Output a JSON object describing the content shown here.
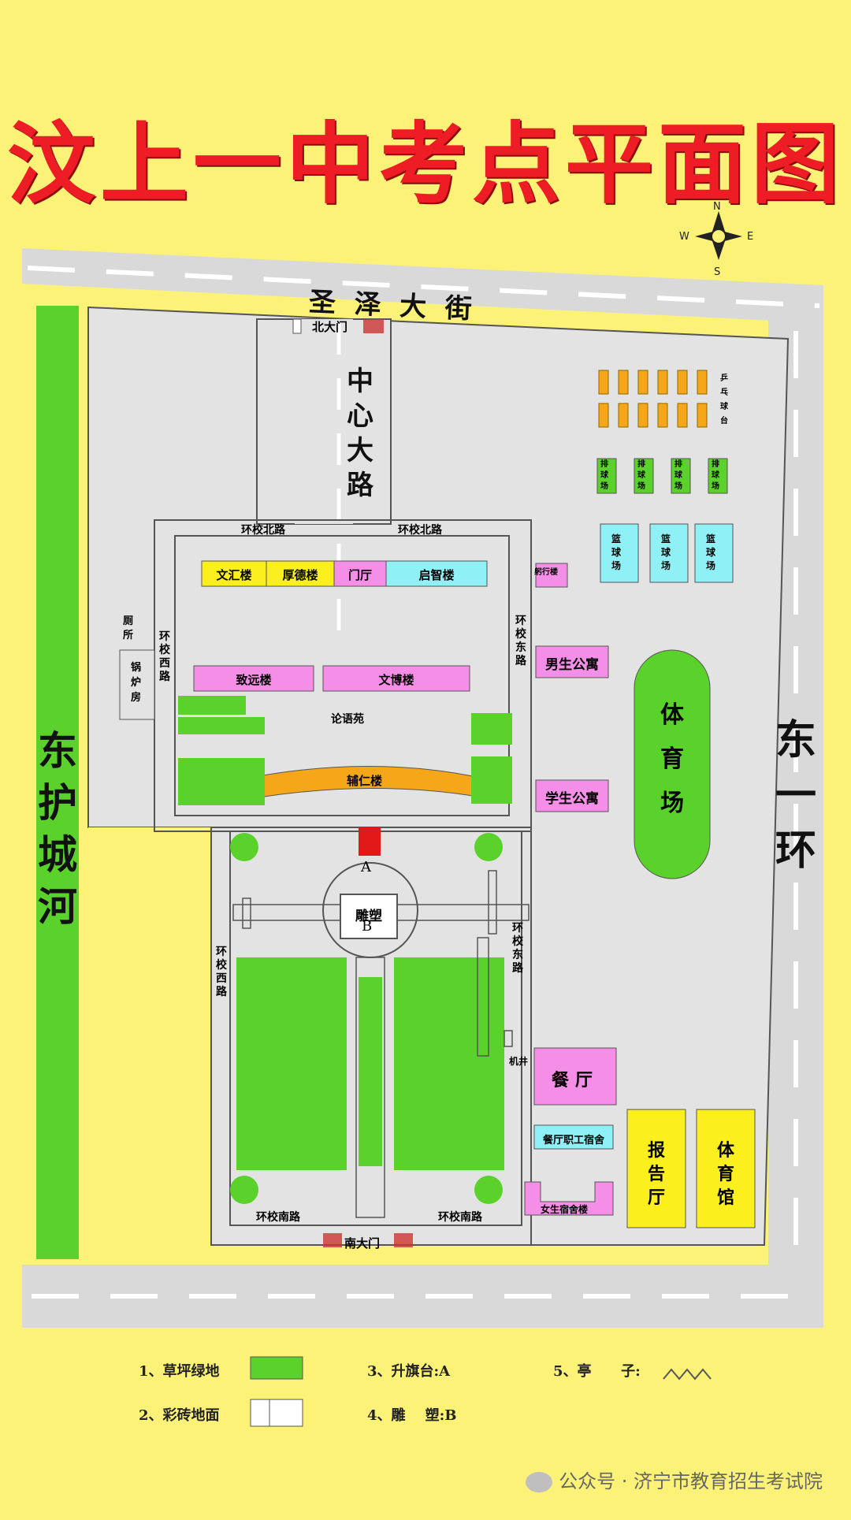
{
  "title": "汶上一中考点平面图",
  "compass": {
    "n": "N",
    "s": "S",
    "e": "E",
    "w": "W"
  },
  "roads": {
    "north_street": "圣  泽  大  街",
    "east_ring": "东一环",
    "moat": "东护城河",
    "central_road": "中心大路",
    "ring_north": "环校北路",
    "ring_west": "环校西路",
    "ring_east": "环校东路",
    "ring_south": "环校南路"
  },
  "gates": {
    "north": "北大门",
    "south": "南大门"
  },
  "buildings": {
    "wenhui": "文汇楼",
    "houde": "厚德楼",
    "menting": "门厅",
    "qizhi": "启智楼",
    "zhiyuan": "致远楼",
    "wenbo": "文博楼",
    "lunyu": "论语苑",
    "furen": "辅仁楼",
    "boys_dorm": "男生公寓",
    "student_dorm": "学生公寓",
    "canteen": "餐厅",
    "staff_dorm": "餐厅职工宿舍",
    "girls_dorm": "女生宿舍楼",
    "report_hall": "报告厅",
    "gym": "体育馆",
    "stadium": "体育场",
    "toilet": "厕所",
    "boiler": "锅炉房",
    "shexing": "躬行楼",
    "well": "机井",
    "sculpture": "雕塑",
    "marker_a": "A",
    "marker_b": "B"
  },
  "courts": {
    "pingpong": "乒乓球台",
    "volleyball": "排球场",
    "basketball": "篮球场"
  },
  "legend": [
    {
      "num": "1、",
      "label": "草坪绿地"
    },
    {
      "num": "2、",
      "label": "彩砖地面"
    },
    {
      "num": "3、",
      "label": "升旗台:A"
    },
    {
      "num": "4、",
      "label": "雕    塑:B"
    },
    {
      "num": "5、",
      "label": "亭      子:"
    }
  ],
  "footer": "公众号 · 济宁市教育招生考试院",
  "colors": {
    "background": "#fdf278",
    "road": "#d9d9d9",
    "campus": "#e3e3e3",
    "green": "#5bd22c",
    "pink": "#f58ee6",
    "cyan": "#8ff0f5",
    "yellow": "#fbf01e",
    "orange": "#f6a619",
    "title": "#ee1c25"
  }
}
